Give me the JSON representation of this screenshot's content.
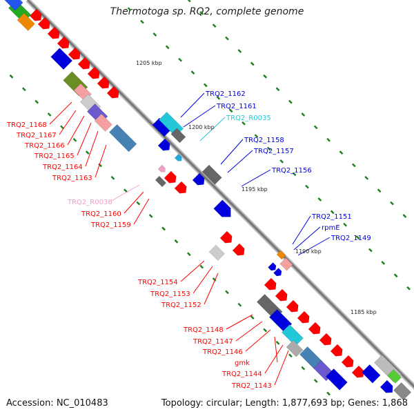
{
  "title": "Thermotoga sp. RQ2, complete genome",
  "footer": {
    "accession": "Accession: NC_010483",
    "summary": "Topology: circular; Length: 1,877,693 bp; Genes: 1,868"
  },
  "colors": {
    "red": "#ff0000",
    "blue": "#0000dd",
    "cyan": "#22c8d8",
    "pink": "#f0a0c8",
    "gray": "#666666",
    "green_tick": "#208020",
    "backbone": "#888888"
  },
  "scale_labels": [
    "1205 kbp",
    "1200 kbp",
    "1195 kbp",
    "1190 kbp",
    "1185 kbp"
  ],
  "gene_labels_left": [
    {
      "text": "TRQ2_1168",
      "color": "red"
    },
    {
      "text": "TRQ2_1167",
      "color": "red"
    },
    {
      "text": "TRQ2_1166",
      "color": "red"
    },
    {
      "text": "TRQ2_1165",
      "color": "red"
    },
    {
      "text": "TRQ2_1164",
      "color": "red"
    },
    {
      "text": "TRQ2_1163",
      "color": "red"
    },
    {
      "text": "TRQ2_R0036",
      "color": "pink"
    },
    {
      "text": "TRQ2_1160",
      "color": "red"
    },
    {
      "text": "TRQ2_1159",
      "color": "red"
    },
    {
      "text": "TRQ2_1154",
      "color": "red"
    },
    {
      "text": "TRQ2_1153",
      "color": "red"
    },
    {
      "text": "TRQ2_1152",
      "color": "red"
    },
    {
      "text": "TRQ2_1148",
      "color": "red"
    },
    {
      "text": "TRQ2_1147",
      "color": "red"
    },
    {
      "text": "TRQ2_1146",
      "color": "red"
    },
    {
      "text": "gmk",
      "color": "red"
    },
    {
      "text": "TRQ2_1144",
      "color": "red"
    },
    {
      "text": "TRQ2_1143",
      "color": "red"
    }
  ],
  "gene_labels_right": [
    {
      "text": "TRQ2_1162",
      "color": "blue"
    },
    {
      "text": "TRQ2_1161",
      "color": "blue"
    },
    {
      "text": "TRQ2_R0035",
      "color": "cyan"
    },
    {
      "text": "TRQ2_1158",
      "color": "blue"
    },
    {
      "text": "TRQ2_1157",
      "color": "blue"
    },
    {
      "text": "TRQ2_1156",
      "color": "blue"
    },
    {
      "text": "TRQ2_1151",
      "color": "blue"
    },
    {
      "text": "rpmE",
      "color": "blue"
    },
    {
      "text": "TRQ2_1149",
      "color": "blue"
    }
  ]
}
